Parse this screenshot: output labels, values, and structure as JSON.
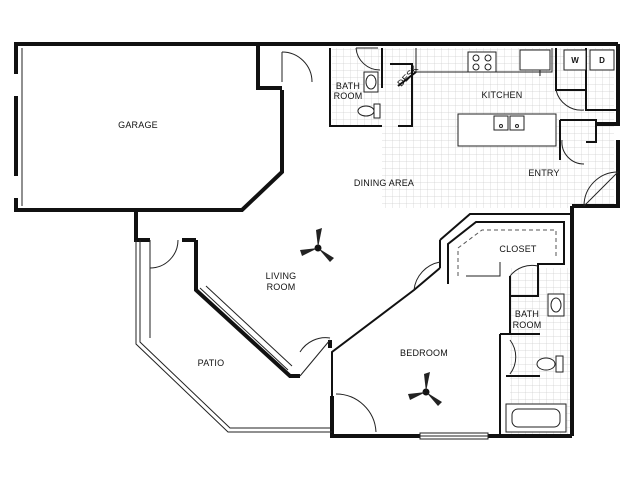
{
  "rooms": {
    "garage": "GARAGE",
    "bath_room_1_line1": "BATH",
    "bath_room_1_line2": "ROOM",
    "desk": "DESK",
    "kitchen": "KITCHEN",
    "dining_area": "DINING AREA",
    "entry": "ENTRY",
    "closet": "CLOSET",
    "living_room_line1": "LIVING",
    "living_room_line2": "ROOM",
    "bath_room_2_line1": "BATH",
    "bath_room_2_line2": "ROOM",
    "patio": "PATIO",
    "bedroom": "BEDROOM"
  },
  "appliances": {
    "washer": "W",
    "dryer": "D"
  },
  "icons": [
    "ceiling-fan-icon",
    "door-swing-icon",
    "sink-icon",
    "toilet-icon",
    "bathtub-icon",
    "stove-icon"
  ]
}
